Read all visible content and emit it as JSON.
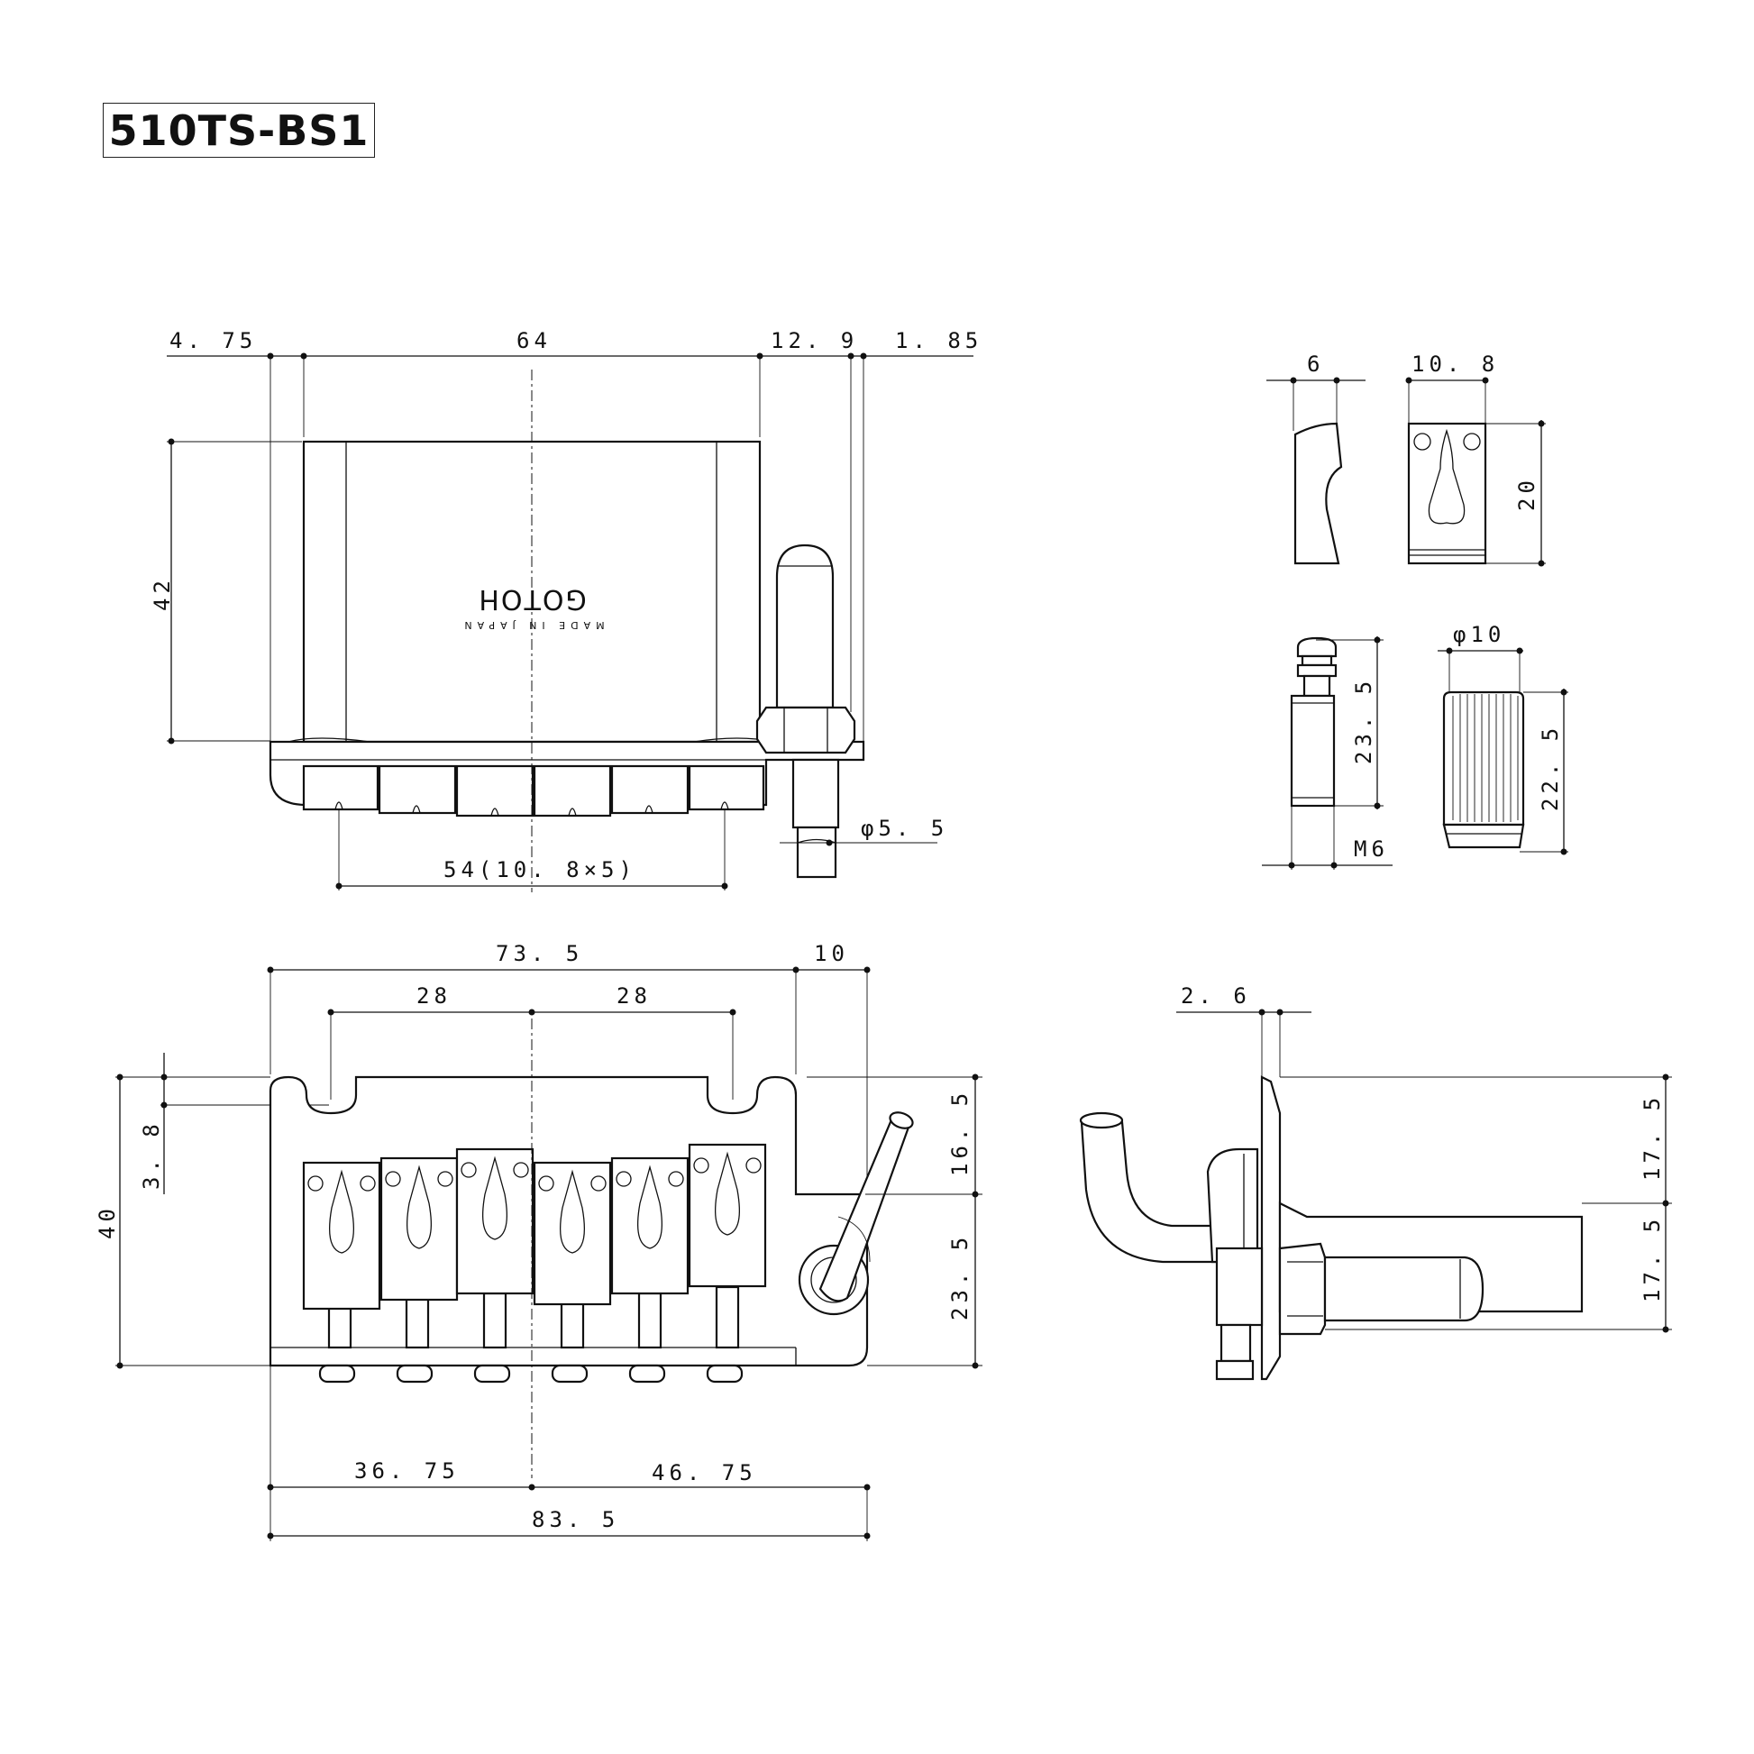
{
  "title": "510TS-BS1",
  "brand": {
    "logo": "GOTOH",
    "made_in": "MADE IN JAPAN"
  },
  "front_view": {
    "dims": {
      "offset_left": "4. 75",
      "block_width": "64",
      "arm_offset": "12. 9",
      "arm_edge": "1. 85",
      "block_height": "42",
      "string_spacing": "54(10. 8×5)",
      "arm_diameter": "φ5. 5"
    }
  },
  "saddle_detail": {
    "dims": {
      "saddle_side": "6",
      "saddle_width": "10. 8",
      "saddle_length": "20"
    }
  },
  "stud_detail": {
    "dims": {
      "stud_length": "23. 5",
      "stud_thread": "M6",
      "bushing_diameter": "φ10",
      "bushing_length": "22. 5"
    }
  },
  "top_view": {
    "dims": {
      "plate_body": "73. 5",
      "arm_area": "10",
      "pivot_left": "28",
      "pivot_right": "28",
      "notch_depth": "3. 8",
      "plate_depth": "40",
      "arm_upper": "16. 5",
      "arm_lower": "23. 5",
      "left_section": "36. 75",
      "right_section": "46. 75",
      "total_width": "83. 5"
    }
  },
  "side_view": {
    "dims": {
      "plate_thickness": "2. 6",
      "upper_height": "17. 5",
      "lower_height": "17. 5"
    }
  }
}
